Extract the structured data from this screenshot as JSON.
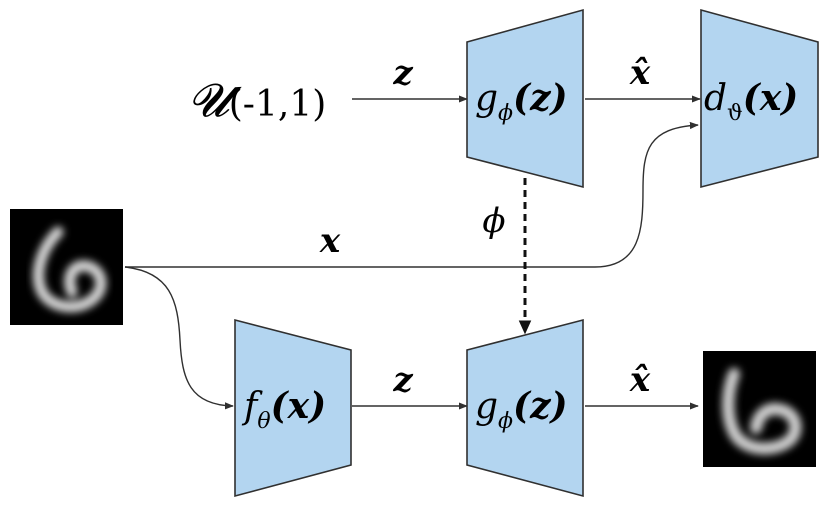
{
  "nodes": {
    "prior": {
      "main": "𝓤",
      "rest": "(-1,1)"
    },
    "generator_top": {
      "main": "g",
      "sub": "ϕ",
      "arg": "(z)"
    },
    "discriminator": {
      "main": "d",
      "sub": "ϑ",
      "arg": "(x)"
    },
    "encoder": {
      "main": "f",
      "sub": "θ",
      "arg": "(x)"
    },
    "generator_bottom": {
      "main": "g",
      "sub": "ϕ",
      "arg": "(z)"
    }
  },
  "edges": {
    "prior_to_generator": "z",
    "generator_to_discriminator": "x̂",
    "input_to_discriminator": "x",
    "shared_weights": "ϕ",
    "encoder_to_generator": "z",
    "generator_to_output": "x̂"
  },
  "images": {
    "input_digit": {
      "description": "digit-6-thumbnail",
      "background": "#000000"
    },
    "output_digit": {
      "description": "digit-6-thumbnail",
      "background": "#000000"
    }
  },
  "colors": {
    "block_fill": "#b3d5f0",
    "block_stroke": "#303030",
    "arrow": "#303030"
  }
}
